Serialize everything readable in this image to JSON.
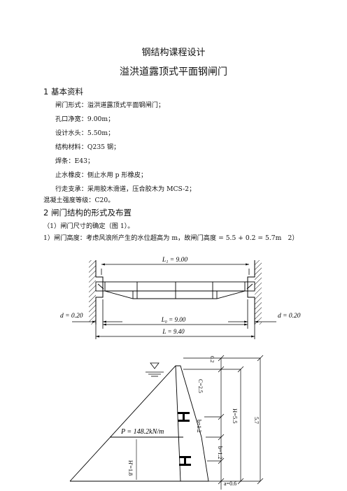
{
  "doc": {
    "title": "钢结构课程设计",
    "subtitle": "溢洪道露顶式平面钢闸门",
    "sec1": "1 基本资料",
    "items": [
      "闸门形式：溢洪道露顶式平面钢闸门；",
      "孔口净宽：9.00m；",
      "设计水头：5.50m；",
      "结构材料：Q235 钢；",
      "焊条：E43；",
      "止水橡皮：侧止水用 p 形橡皮；",
      "行走支承：采用胶木滑道，压合胶木为 MCS-2；",
      "混凝土强度等级：C20。"
    ],
    "sec2": "2 闸门结构的形式及布置",
    "p1": "（1）闸门尺寸的确定（图 1）。",
    "p2": "1）闸门高度：考虑风浪所产生的水位超高为 m，故闸门高度 = 5.5 + 0.2 = 5.7m　2）"
  },
  "fig1": {
    "L1": "L₁ = 9.00",
    "L0": "L₀ = 9.00",
    "L": "L = 9.40",
    "d_left": "d = 0.20",
    "d_right": "d = 0.20"
  },
  "fig2": {
    "P": "P = 148.2kN/m",
    "dim_02": "0.2",
    "C": "C=2.5",
    "H": "H=5.5",
    "total": "5.7",
    "b1": "b=1.2",
    "b2": "b=1.2",
    "Hp": "H′=1.8",
    "a": "a=0.6"
  }
}
